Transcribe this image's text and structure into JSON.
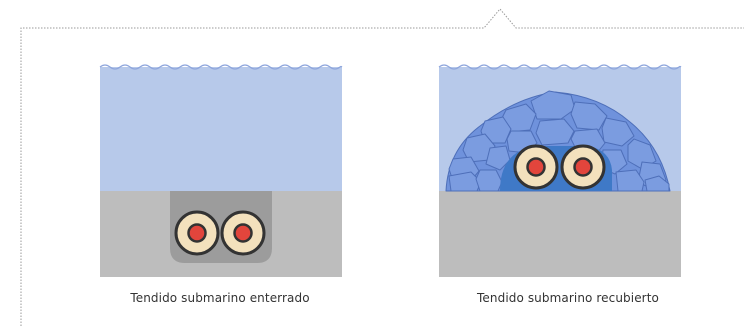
{
  "colors": {
    "water": "#b7c9ea",
    "wave": "#8fa6dc",
    "seabed": "#bdbdbd",
    "trench": "#9c9c9c",
    "rock_fill": "#7b9ce0",
    "rock_stroke": "#4e6fb9",
    "rock_cavity": "#3f79c7",
    "cable_outer": "#f3e1bd",
    "cable_stroke": "#333333",
    "cable_core": "#e2453c",
    "frame_border": "#9a9a9a"
  },
  "panels": [
    {
      "id": "buried",
      "caption": "Tendido submarino enterrado"
    },
    {
      "id": "covered",
      "caption": "Tendido submarino recubierto"
    }
  ]
}
